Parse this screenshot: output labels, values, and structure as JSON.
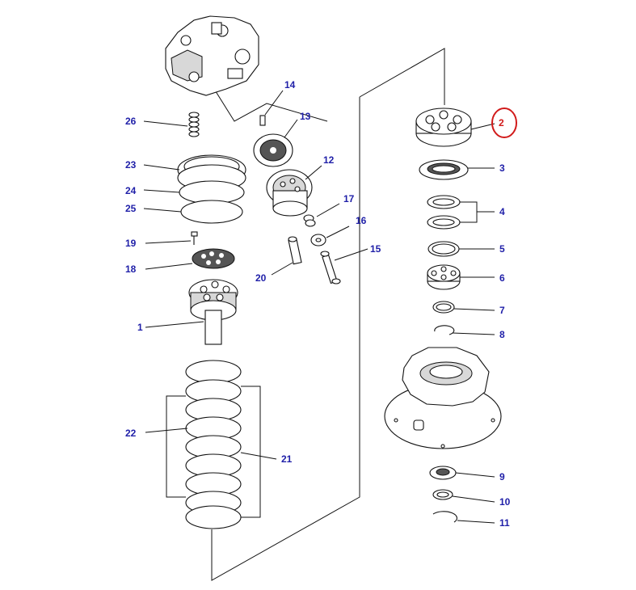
{
  "diagram": {
    "labels": {
      "p1": "1",
      "p2": "2",
      "p3": "3",
      "p4": "4",
      "p5": "5",
      "p6": "6",
      "p7": "7",
      "p8": "8",
      "p9": "9",
      "p10": "10",
      "p11": "11",
      "p12": "12",
      "p13": "13",
      "p14": "14",
      "p15": "15",
      "p16": "16",
      "p17": "17",
      "p18": "18",
      "p19": "19",
      "p20": "20",
      "p21": "21",
      "p22": "22",
      "p23": "23",
      "p24": "24",
      "p25": "25",
      "p26": "26"
    },
    "highlighted_part": "2",
    "colors": {
      "label": "#1f1fa8",
      "highlight": "#d11a1a",
      "line": "#111111"
    }
  }
}
